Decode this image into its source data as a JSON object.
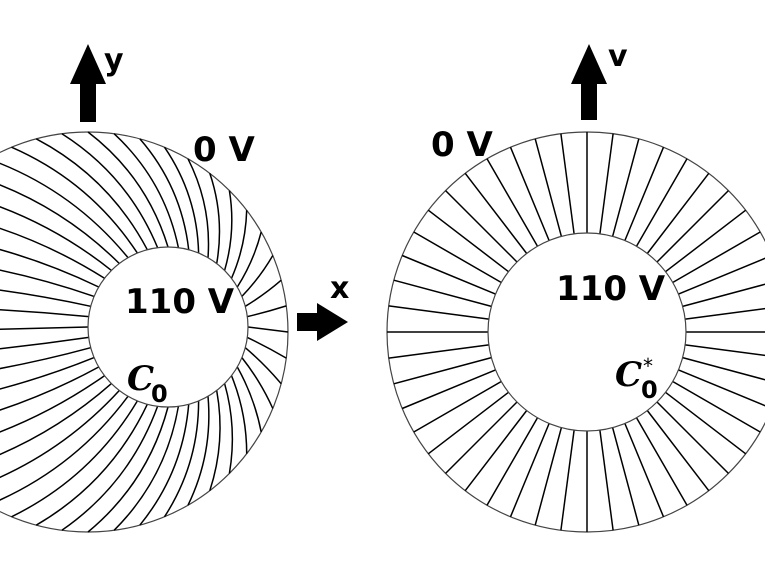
{
  "left_panel": {
    "outer_label": "0 V",
    "inner_label": "110 V",
    "curve_symbol": "C",
    "curve_subscript": "0",
    "vertical_axis": "y",
    "horizontal_axis": "x"
  },
  "right_panel": {
    "outer_label": "0 V",
    "inner_label": "110 V",
    "curve_symbol": "C",
    "curve_subscript": "0",
    "curve_superscript": "*",
    "vertical_axis": "v"
  },
  "colors": {
    "ink": "#000000",
    "background": "#ffffff"
  }
}
